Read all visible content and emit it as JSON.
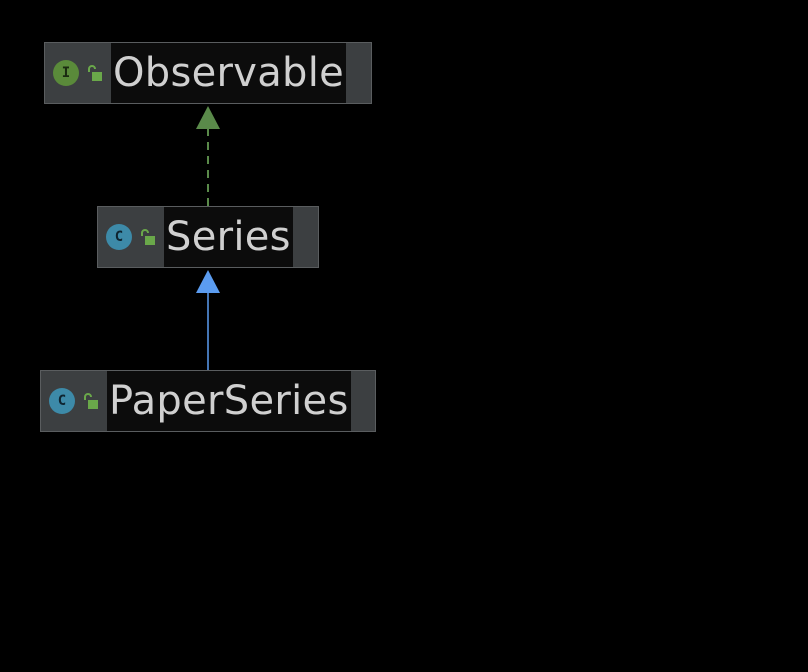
{
  "nodes": {
    "observable": {
      "name": "Observable",
      "kind_letter": "I",
      "kind_icon": "interface-icon",
      "kind_color": "#5a8a3a",
      "visibility_icon": "unlocked-icon"
    },
    "series": {
      "name": "Series",
      "kind_letter": "C",
      "kind_icon": "class-icon",
      "kind_color": "#3d8aa8",
      "visibility_icon": "unlocked-icon"
    },
    "paperseries": {
      "name": "PaperSeries",
      "kind_letter": "C",
      "kind_icon": "class-icon",
      "kind_color": "#3d8aa8",
      "visibility_icon": "unlocked-icon"
    }
  },
  "edges": [
    {
      "from": "Series",
      "to": "Observable",
      "relation": "implements",
      "style": "dashed",
      "color": "#5a8a4a"
    },
    {
      "from": "PaperSeries",
      "to": "Series",
      "relation": "extends",
      "style": "solid",
      "color": "#5b9cf0"
    }
  ]
}
